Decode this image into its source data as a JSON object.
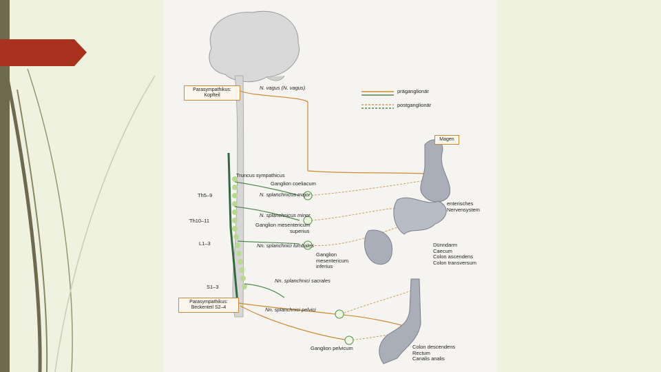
{
  "parasympathetic_head": {
    "line1": "Parasympathikus:",
    "line2": "Kopfteil"
  },
  "parasympathetic_pelvis": {
    "line1": "Parasympathikus:",
    "line2": "Beckenteil S2–4"
  },
  "legend": {
    "preganglionic": "präganglionär",
    "postganglionic": "postganglionär"
  },
  "spinal_levels": {
    "th5_9": "Th5–9",
    "th10_11": "Th10–11",
    "l1_3": "L1–3",
    "s1_3": "S1–3"
  },
  "labels": {
    "vagus": "N. vagus (N. vagus)",
    "truncus": "Truncus sympathicus",
    "ganglion_coeliacum": "Ganglion coeliacum",
    "splanchnicus_major": "N. splanchnicus major",
    "splanchnicus_minor": "N. splanchnicus minor",
    "ganglion_mesentericum_superius": [
      "Ganglion mesentericum",
      "superius"
    ],
    "splanchnici_lumbales": "Nn. splanchnici lumbales",
    "ganglion_mesentericum_inferius": [
      "Ganglion",
      "mesentericum",
      "inferius"
    ],
    "splanchnici_sacrales": "Nn. splanchnici sacrales",
    "splanchnici_pelvici": "Nn. splanchnici pelvici",
    "ganglion_pelvicum": "Ganglion pelvicum",
    "magen": "Magen",
    "enterisches": [
      "enterisches",
      "Nervensystem"
    ],
    "duenndarm_group": [
      "Dünndarm",
      "Caecum",
      "Colon ascendens",
      "Colon transversum"
    ],
    "colon_group": [
      "Colon descendens",
      "Rectum",
      "Canalis analis"
    ]
  },
  "colors": {
    "preganglionic_sympathetic": "#4f8a4f",
    "postganglionic": "#c8a24a",
    "parasympathetic": "#d08a2e",
    "ganglia": "#b9d98f",
    "slide_accent": "#a8321e",
    "slide_frame": "#6f6a4f"
  }
}
